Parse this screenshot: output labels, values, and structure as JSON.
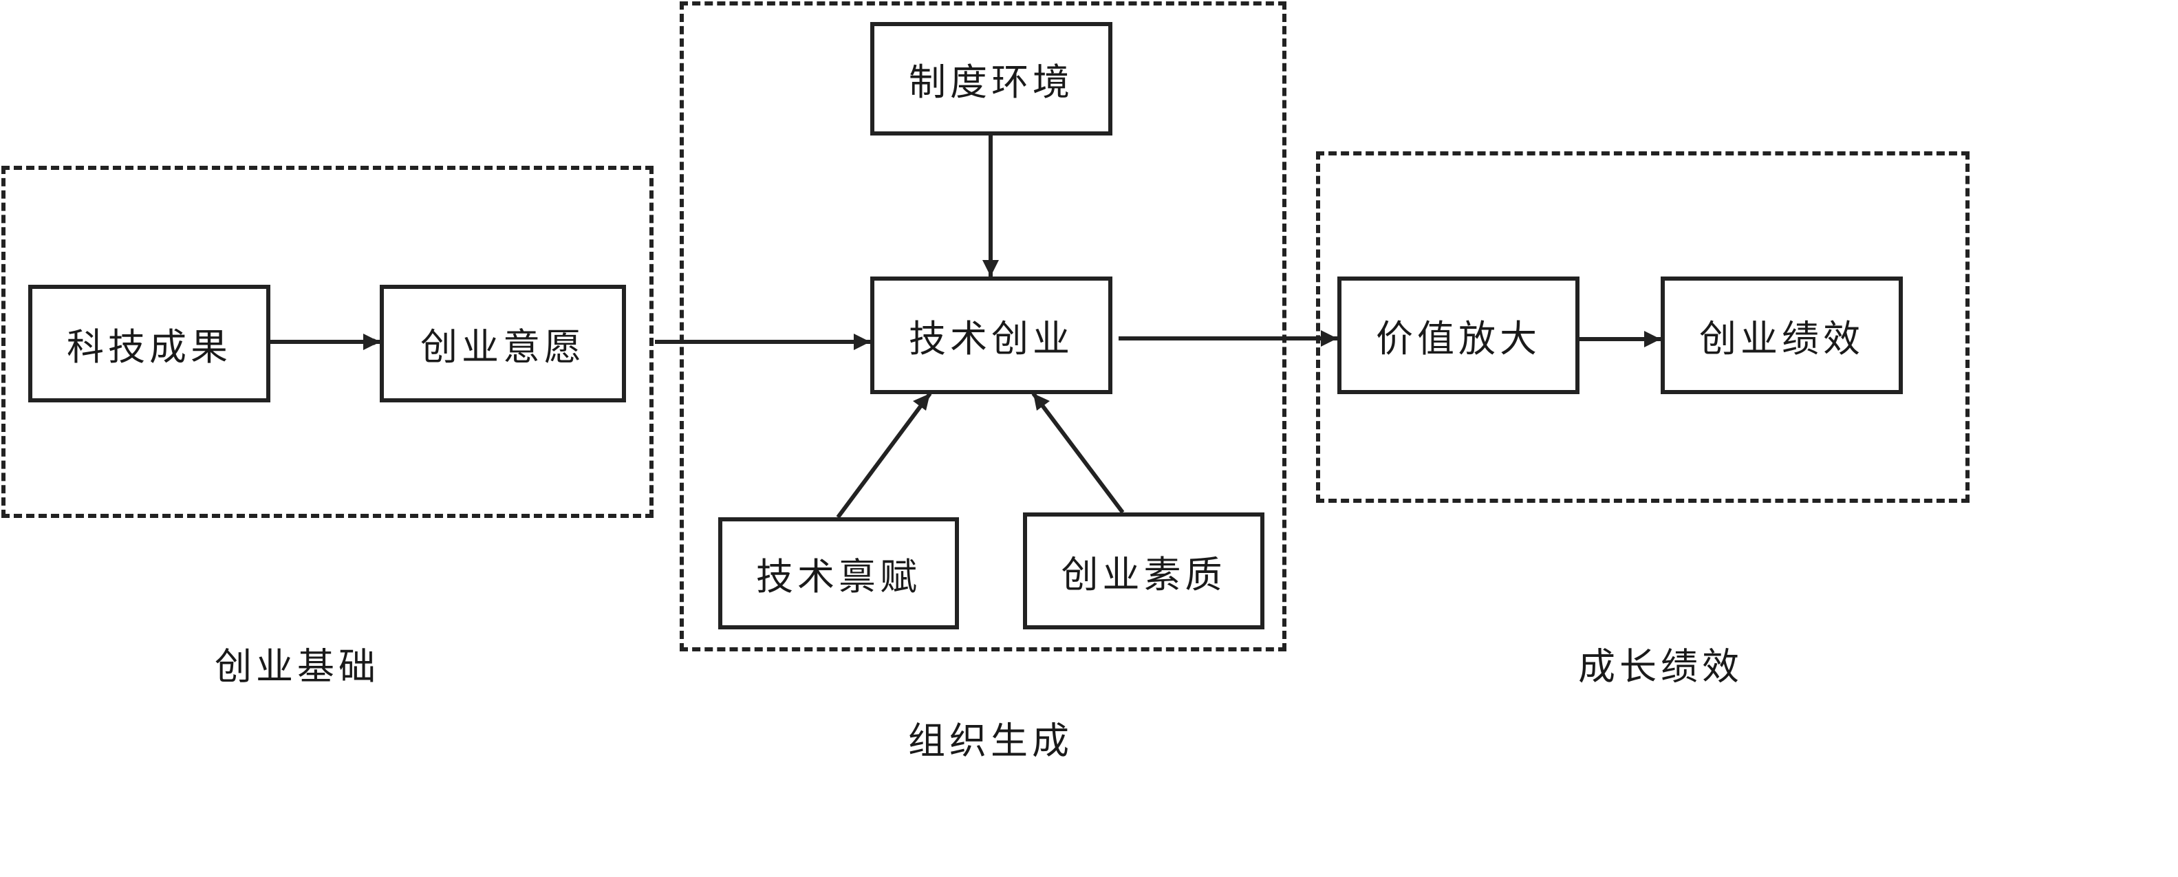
{
  "diagram": {
    "groups": {
      "foundation": {
        "label": "创业基础"
      },
      "generation": {
        "label": "组织生成"
      },
      "growth": {
        "label": "成长绩效"
      }
    },
    "nodes": {
      "sci_tech_results": "科技成果",
      "entrepreneurial_willingness": "创业意愿",
      "institutional_environment": "制度环境",
      "tech_entrepreneurship": "技术创业",
      "tech_endowment": "技术禀赋",
      "entrepreneurial_quality": "创业素质",
      "value_amplification": "价值放大",
      "entrepreneurial_performance": "创业绩效"
    },
    "edges": [
      {
        "from": "科技成果",
        "to": "创业意愿"
      },
      {
        "from": "创业基础",
        "to": "技术创业"
      },
      {
        "from": "制度环境",
        "to": "技术创业"
      },
      {
        "from": "技术禀赋",
        "to": "技术创业"
      },
      {
        "from": "创业素质",
        "to": "技术创业"
      },
      {
        "from": "技术创业",
        "to": "价值放大"
      },
      {
        "from": "价值放大",
        "to": "创业绩效"
      }
    ]
  }
}
